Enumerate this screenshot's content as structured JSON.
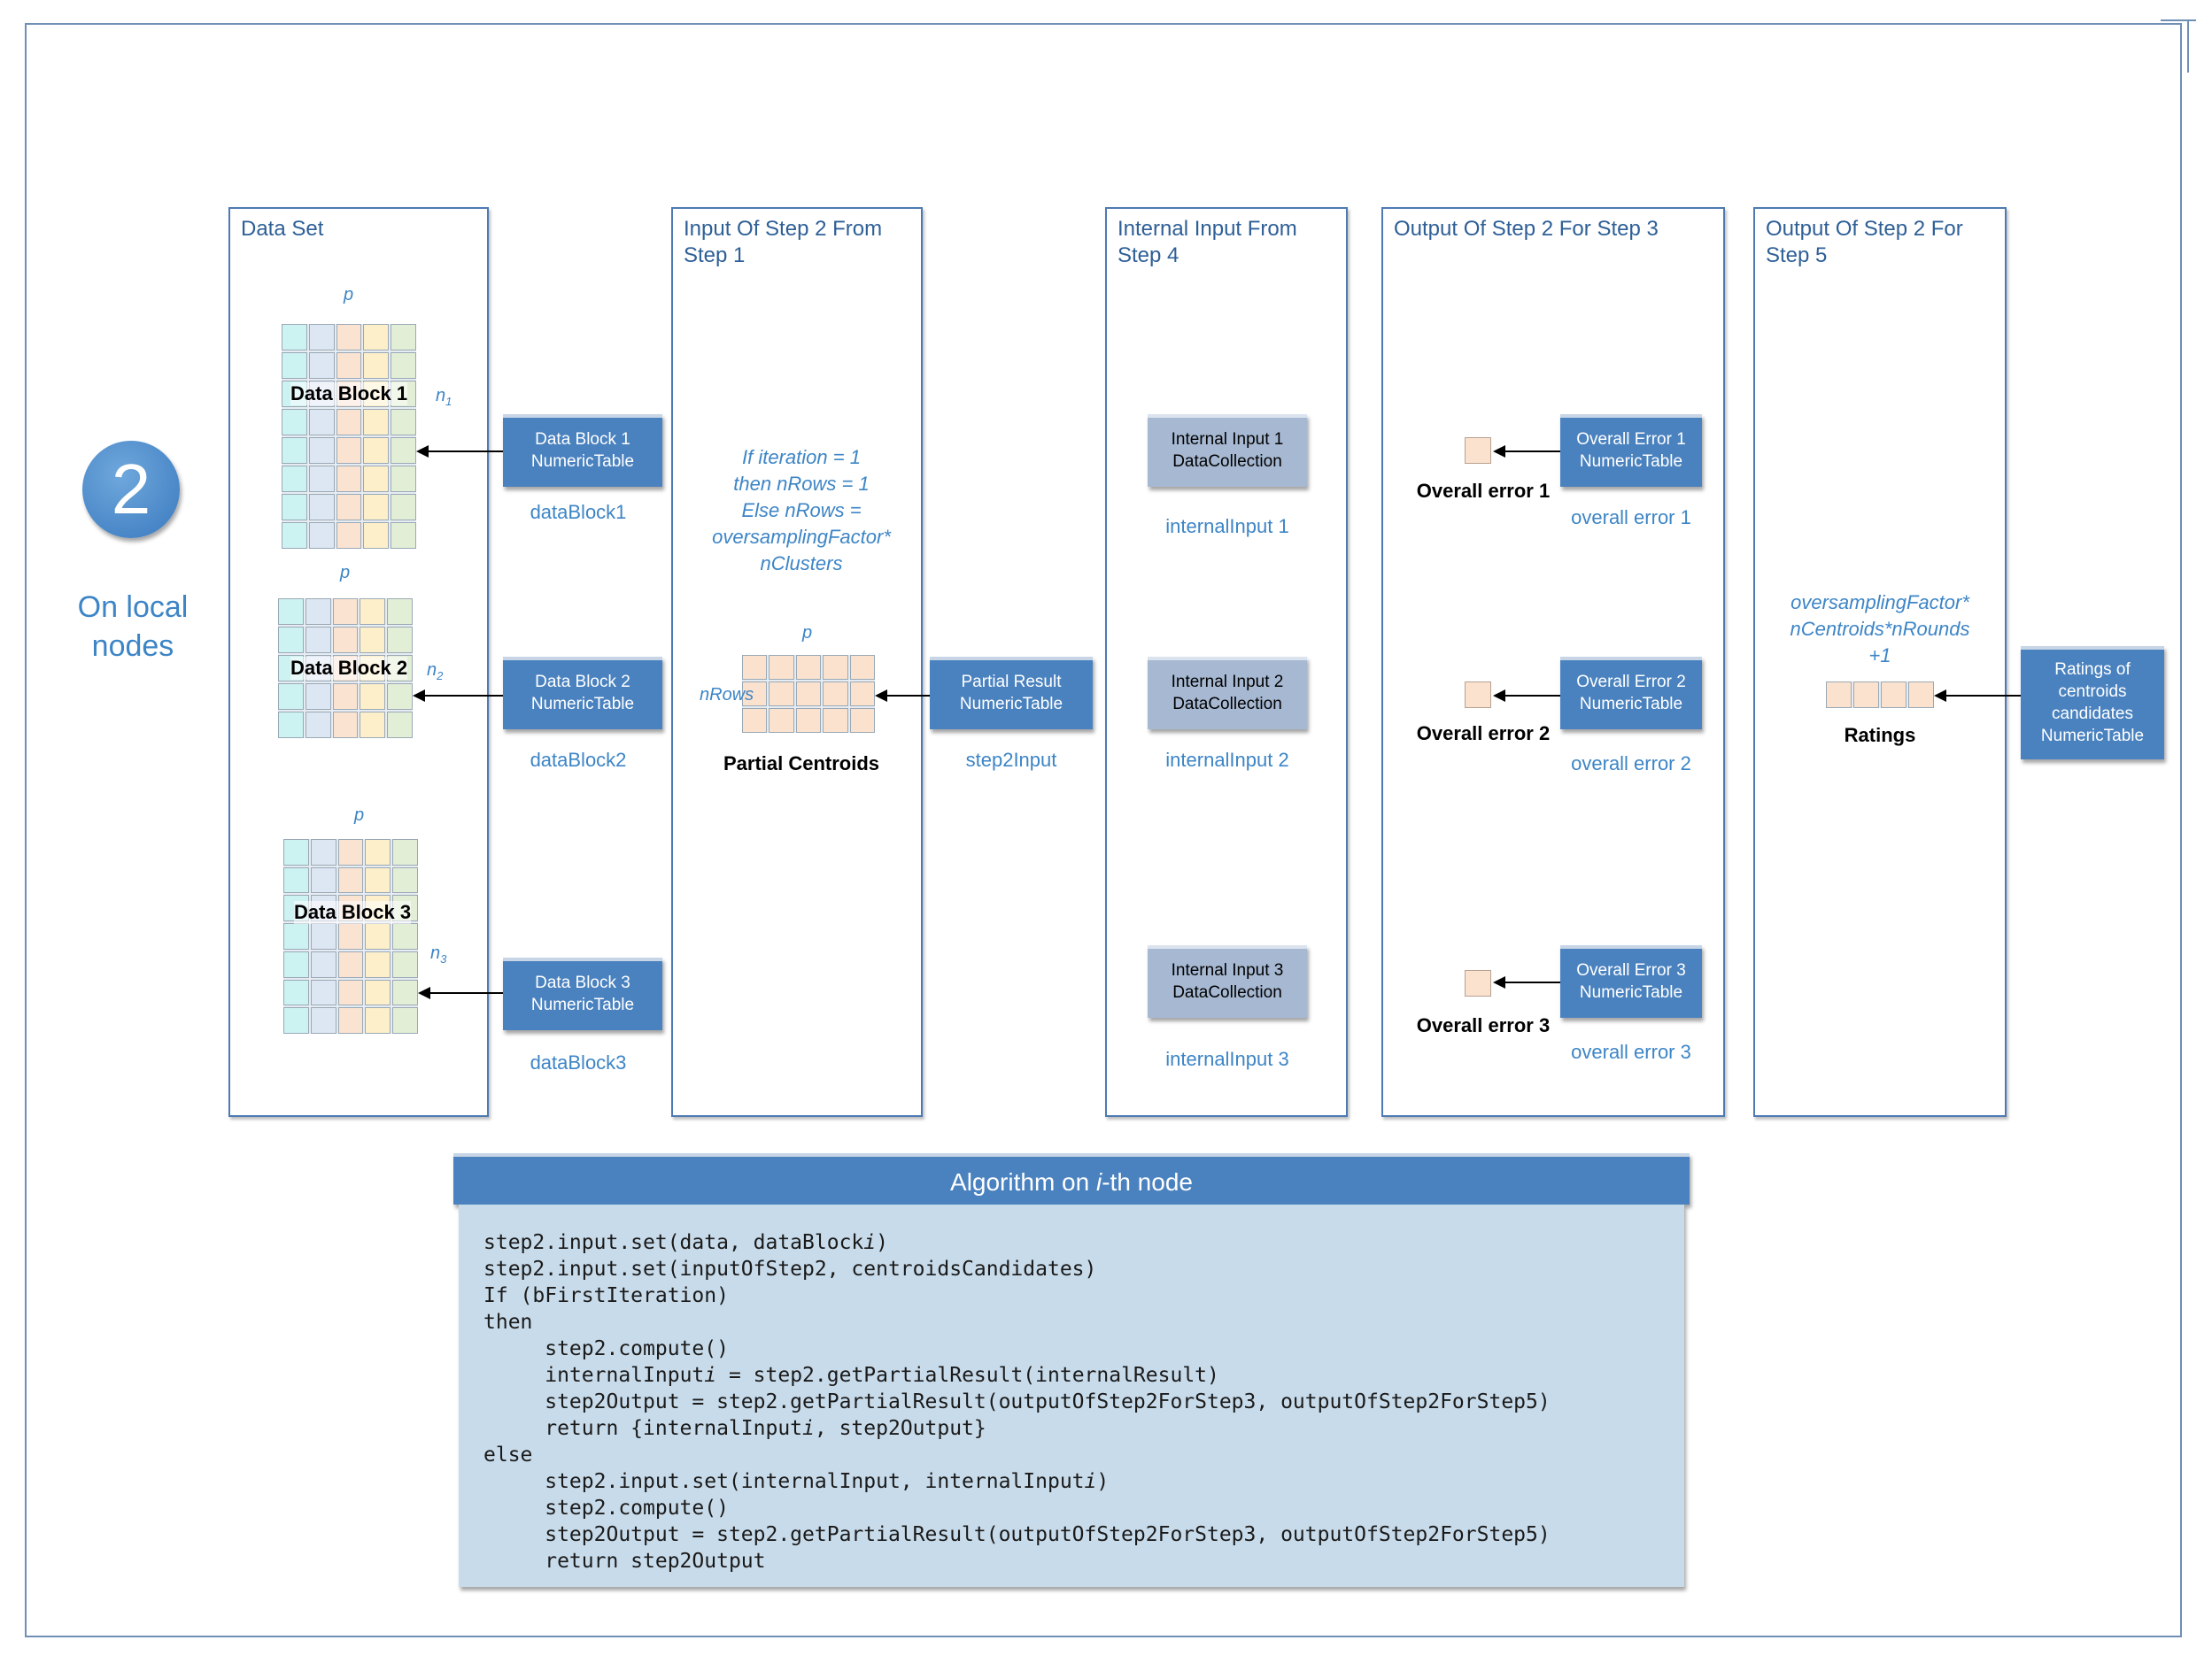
{
  "step_number": "2",
  "location_label": "On local\nnodes",
  "panels": {
    "data_set": {
      "title": "Data Set"
    },
    "input_step2": {
      "title": "Input Of Step 2 From\nStep 1"
    },
    "internal_input": {
      "title": "Internal Input From\nStep 4"
    },
    "output_step3": {
      "title": "Output Of Step 2 For Step 3"
    },
    "output_step5": {
      "title": "Output Of Step 2 For\nStep 5"
    }
  },
  "data_blocks": [
    {
      "title": "Data Block 1",
      "p_label": "p",
      "n_label": "n",
      "n_sub": "1",
      "table_label": "Data Block 1\nNumericTable",
      "caption": "dataBlock1"
    },
    {
      "title": "Data Block 2",
      "p_label": "p",
      "n_label": "n",
      "n_sub": "2",
      "table_label": "Data Block 2\nNumericTable",
      "caption": "dataBlock2"
    },
    {
      "title": "Data Block 3",
      "p_label": "p",
      "n_label": "n",
      "n_sub": "3",
      "table_label": "Data Block 3\nNumericTable",
      "caption": "dataBlock3"
    }
  ],
  "column_colors": [
    "#ccf2f2",
    "#dde6f3",
    "#fbe3d2",
    "#fcefc9",
    "#e2eed6"
  ],
  "input_note": "If iteration = 1\nthen nRows = 1\nElse nRows =\noversamplingFactor*\nnClusters",
  "partial_centroids": {
    "p_label": "p",
    "rows_label": "nRows",
    "title": "Partial Centroids"
  },
  "partial_result": {
    "table_label": "Partial Result\nNumericTable",
    "caption": "step2Input"
  },
  "internal_inputs": [
    {
      "label": "Internal Input 1\nDataCollection",
      "caption": "internalInput 1"
    },
    {
      "label": "Internal Input 2\nDataCollection",
      "caption": "internalInput 2"
    },
    {
      "label": "Internal Input 3\nDataCollection",
      "caption": "internalInput 3"
    }
  ],
  "overall_errors": [
    {
      "bold_label": "Overall  error 1",
      "table_label": "Overall Error 1\nNumericTable",
      "caption": "overall error 1"
    },
    {
      "bold_label": "Overall  error 2",
      "table_label": "Overall Error 2\nNumericTable",
      "caption": "overall error 2"
    },
    {
      "bold_label": "Overall  error 3",
      "table_label": "Overall Error 3\nNumericTable",
      "caption": "overall error 3"
    }
  ],
  "ratings": {
    "note": "oversamplingFactor*\nnCentroids*nRounds\n+1",
    "title": "Ratings",
    "table_label": "Ratings of\ncentroids\ncandidates\nNumericTable"
  },
  "algorithm": {
    "title_prefix": "Algorithm on ",
    "title_italic": "i",
    "title_suffix": "-th node",
    "code": [
      "step2.input.set(data, dataBlocki)",
      "step2.input.set(inputOfStep2, centroidsCandidates)",
      "If (bFirstIteration)",
      "then",
      "     step2.compute()",
      "     internalInputi = step2.getPartialResult(internalResult)",
      "     step2Output = step2.getPartialResult(outputOfStep2ForStep3, outputOfStep2ForStep5)",
      "     return {internalInputi, step2Output}",
      "else",
      "     step2.input.set(internalInput, internalInputi)",
      "     step2.compute()",
      "     step2Output = step2.getPartialResult(outputOfStep2ForStep3, outputOfStep2ForStep5)",
      "     return step2Output"
    ]
  }
}
